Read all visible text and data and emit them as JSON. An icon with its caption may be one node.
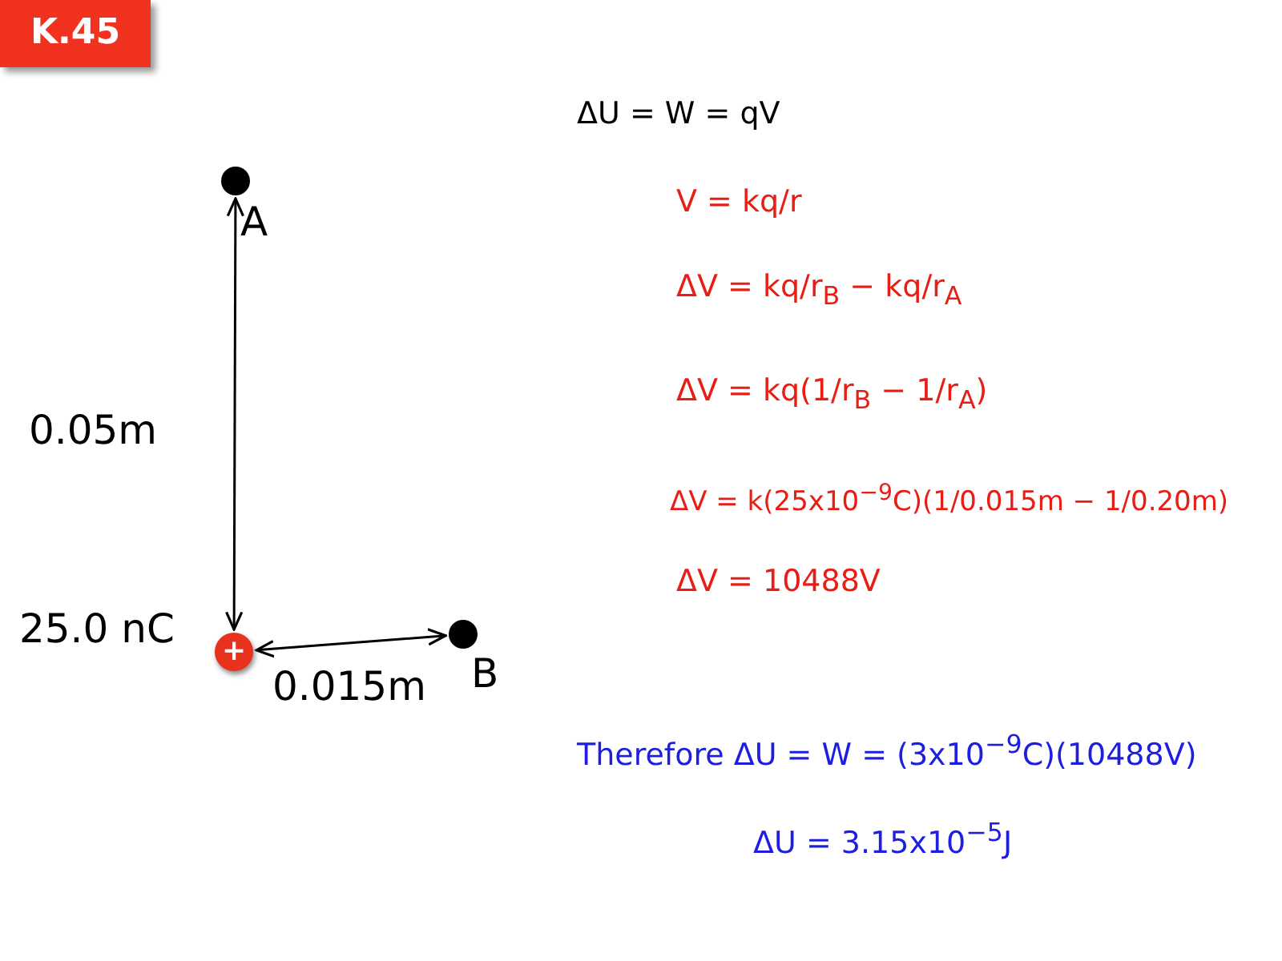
{
  "diagram": {
    "title": "K.45",
    "nodes": [
      {
        "text": [
          "+"
        ],
        "beside": [
          "25.0 nC"
        ]
      },
      {
        "text": [],
        "shape": "circle",
        "beside": [
          "A"
        ]
      },
      {
        "text": [],
        "shape": "circle",
        "beside": [
          "B"
        ]
      }
    ],
    "edges": [
      {
        "from": 0,
        "to": 1,
        "arrow": "both",
        "label": "0.05m"
      },
      {
        "from": 0,
        "to": 2,
        "arrow": "both",
        "label": "0.015m"
      }
    ],
    "labels": [
      "ΔU = W = qV",
      "V = kq/r",
      "ΔV = kq/r$_{B}$ − kq/r$_{A}$",
      "ΔV = kq(1/r$_{B}$ − 1/r$_{A}$)",
      "ΔV = k(25x10$^{−9}$C)(1/0.015m − 1/0.20m)",
      "ΔV = 10488V",
      "Therefore ΔU = W = (3x10$^{−9}$C)(10488V)",
      "ΔU = 3.15x10$^{−5}$J"
    ]
  }
}
